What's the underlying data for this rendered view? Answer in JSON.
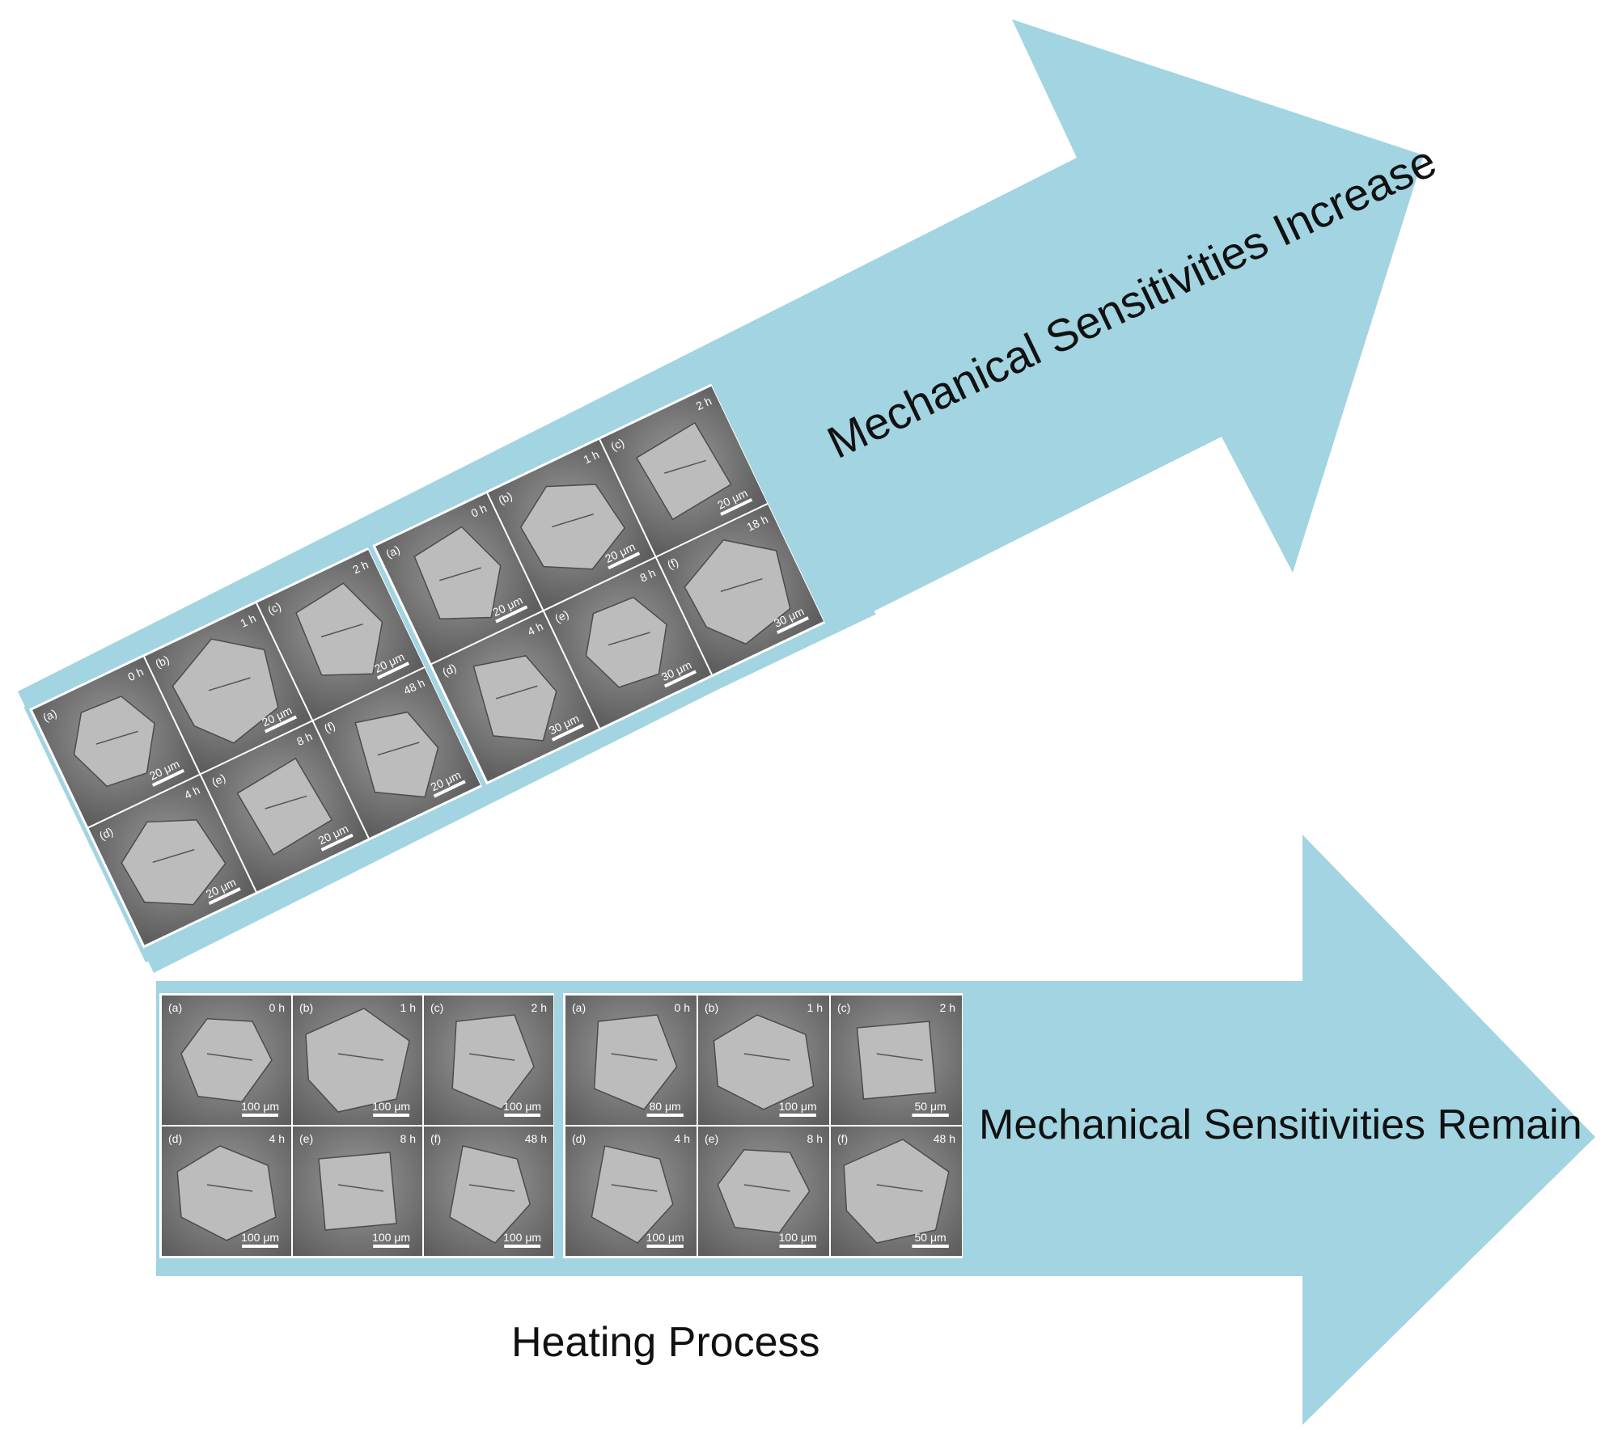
{
  "colors": {
    "arrow_fill": "#a2d4e2",
    "panel_background": "#8a8a8a",
    "panel_dark": "#6f6f6f",
    "crystal": "#bdbdbd",
    "label_text": "#111111"
  },
  "labels": {
    "upper_arrow": "Mechanical Sensitivities Increase",
    "lower_arrow": "Mechanical Sensitivities Remain",
    "heating": "Heating Process"
  },
  "upper_panels": [
    {
      "tiles": [
        {
          "letter": "(a)",
          "time": "0 h",
          "scale": "20 μm"
        },
        {
          "letter": "(b)",
          "time": "1 h",
          "scale": "20 μm"
        },
        {
          "letter": "(c)",
          "time": "2 h",
          "scale": "20 μm"
        },
        {
          "letter": "(d)",
          "time": "4 h",
          "scale": "20 μm"
        },
        {
          "letter": "(e)",
          "time": "8 h",
          "scale": "20 μm"
        },
        {
          "letter": "(f)",
          "time": "48 h",
          "scale": "20 μm"
        }
      ]
    },
    {
      "tiles": [
        {
          "letter": "(a)",
          "time": "0 h",
          "scale": "20 μm"
        },
        {
          "letter": "(b)",
          "time": "1 h",
          "scale": "20 μm"
        },
        {
          "letter": "(c)",
          "time": "2 h",
          "scale": "20 μm"
        },
        {
          "letter": "(d)",
          "time": "4 h",
          "scale": "30 μm"
        },
        {
          "letter": "(e)",
          "time": "8 h",
          "scale": "30 μm"
        },
        {
          "letter": "(f)",
          "time": "18 h",
          "scale": "30 μm"
        }
      ]
    }
  ],
  "lower_panels": [
    {
      "tiles": [
        {
          "letter": "(a)",
          "time": "0 h",
          "scale": "100 μm"
        },
        {
          "letter": "(b)",
          "time": "1 h",
          "scale": "100 μm"
        },
        {
          "letter": "(c)",
          "time": "2 h",
          "scale": "100 μm"
        },
        {
          "letter": "(d)",
          "time": "4 h",
          "scale": "100 μm"
        },
        {
          "letter": "(e)",
          "time": "8 h",
          "scale": "100 μm"
        },
        {
          "letter": "(f)",
          "time": "48 h",
          "scale": "100 μm"
        }
      ]
    },
    {
      "tiles": [
        {
          "letter": "(a)",
          "time": "0 h",
          "scale": "80 μm"
        },
        {
          "letter": "(b)",
          "time": "1 h",
          "scale": "100 μm"
        },
        {
          "letter": "(c)",
          "time": "2 h",
          "scale": "50 μm"
        },
        {
          "letter": "(d)",
          "time": "4 h",
          "scale": "100 μm"
        },
        {
          "letter": "(e)",
          "time": "8 h",
          "scale": "100 μm"
        },
        {
          "letter": "(f)",
          "time": "48 h",
          "scale": "50 μm"
        }
      ]
    }
  ]
}
